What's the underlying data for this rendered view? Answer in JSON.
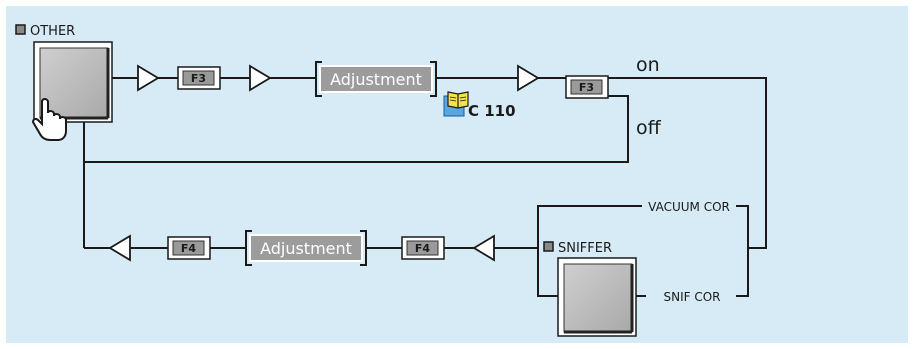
{
  "panel": {
    "background": "#d7ebf6",
    "line_color": "#1a1a1a"
  },
  "labels": {
    "other": "OTHER",
    "sniffer": "SNIFFER",
    "on": "on",
    "off": "off",
    "vacuum_cor": "VACUUM COR",
    "snif_cor": "SNIF COR",
    "reference": "C 110"
  },
  "keys": {
    "top_first": "F3",
    "top_second": "F3",
    "bottom_first": "F4",
    "bottom_second": "F4"
  },
  "menus": {
    "top": "Adjustment",
    "bottom": "Adjustment"
  },
  "icons": {
    "other_status": "gray-square-icon",
    "sniffer_status": "gray-square-icon",
    "hand": "pointing-hand-icon",
    "book": "book-icon"
  }
}
